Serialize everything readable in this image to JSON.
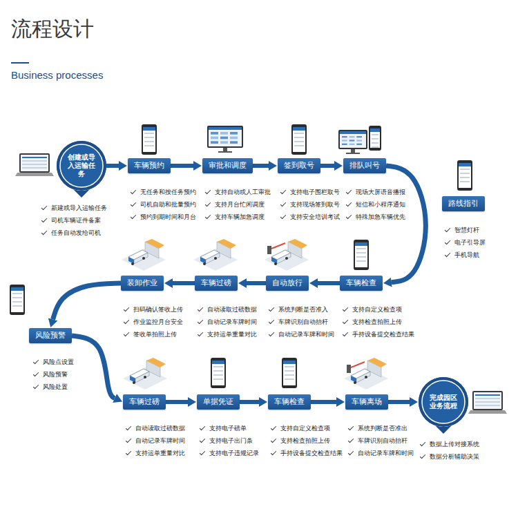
{
  "diagram": {
    "title": "流程设计",
    "nodes": [
      {
        "text": [
          "创建或导入运输任务",
          "新建或导入运输任务",
          "司机车辆证件备案",
          "任务自动发给司机"
        ]
      },
      {
        "text": [
          "车辆预约",
          "无任务和按任务预约",
          "司机自助和批量预约",
          "预约到期时间和月台"
        ]
      },
      {
        "text": [
          "审批和调度",
          "支持自动或人工审批",
          "支持月台忙闲调度",
          "支持车辆加急调度"
        ]
      },
      {
        "text": [
          "签到取号",
          "支持电子围栏取号",
          "支持现场签到取号",
          "支持安全培训考试"
        ]
      },
      {
        "text": [
          "排队叫号",
          "现场大屏语音播报",
          "短信和小程序通知",
          "特殊加急车辆优先"
        ]
      },
      {
        "text": [
          "路线指引",
          "智慧灯杆",
          "电子引导屏",
          "手机导航"
        ]
      },
      {
        "text": [
          "车辆检查",
          "支持自定义检查项",
          "支持检查拍照上传",
          "手持设备提交检查结果"
        ]
      },
      {
        "text": [
          "自动放行",
          "系统判断是否准入",
          "车牌识别自动抬杆",
          "自动记录车牌和时间"
        ]
      },
      {
        "text": [
          "车辆过磅",
          "自动读取过磅数据",
          "自动记录车牌时间",
          "支持运单重量对比"
        ]
      },
      {
        "text": [
          "装卸作业",
          "扫码确认签收上传",
          "作业监控月台安全",
          "签收单拍照上传"
        ]
      },
      {
        "text": [
          "风险预警",
          "风险点设置",
          "风险预警",
          "风险处置"
        ]
      },
      {
        "text": [
          "车辆过磅",
          "自动读取过磅数据",
          "自动记录车牌时间",
          "支持运单重量对比"
        ]
      },
      {
        "text": [
          "单据凭证",
          "支持电子磅单",
          "支持电子出门条",
          "支持电子违规记录"
        ]
      },
      {
        "text": [
          "车辆检查",
          "支持自定义检查项",
          "支持检查拍照上传",
          "手持设备提交检查结果"
        ]
      },
      {
        "text": [
          "车辆离场",
          "系统判断是否准出",
          "车牌识别自动抬杆",
          "自动记录车牌和时间"
        ]
      },
      {
        "text": [
          "完成园区业务流程",
          "数据上传对接系统",
          "数据分析辅助决策"
        ]
      }
    ],
    "edges": [
      {
        "from": 0,
        "to": 1,
        "arrow": "to"
      },
      {
        "from": 1,
        "to": 2,
        "arrow": "to"
      },
      {
        "from": 2,
        "to": 3,
        "arrow": "to"
      },
      {
        "from": 3,
        "to": 4,
        "arrow": "to"
      },
      {
        "from": 4,
        "to": 6,
        "arrow": "to"
      },
      {
        "from": 6,
        "to": 7,
        "arrow": "to"
      },
      {
        "from": 7,
        "to": 8,
        "arrow": "to"
      },
      {
        "from": 8,
        "to": 9,
        "arrow": "to"
      },
      {
        "from": 9,
        "to": 10,
        "arrow": "to"
      },
      {
        "from": 10,
        "to": 11,
        "arrow": "to"
      },
      {
        "from": 11,
        "to": 12,
        "arrow": "to"
      },
      {
        "from": 12,
        "to": 13,
        "arrow": "to"
      },
      {
        "from": 13,
        "to": 14,
        "arrow": "to"
      },
      {
        "from": 14,
        "to": 15,
        "arrow": "to"
      }
    ],
    "labels": [
      "Business processes"
    ]
  }
}
